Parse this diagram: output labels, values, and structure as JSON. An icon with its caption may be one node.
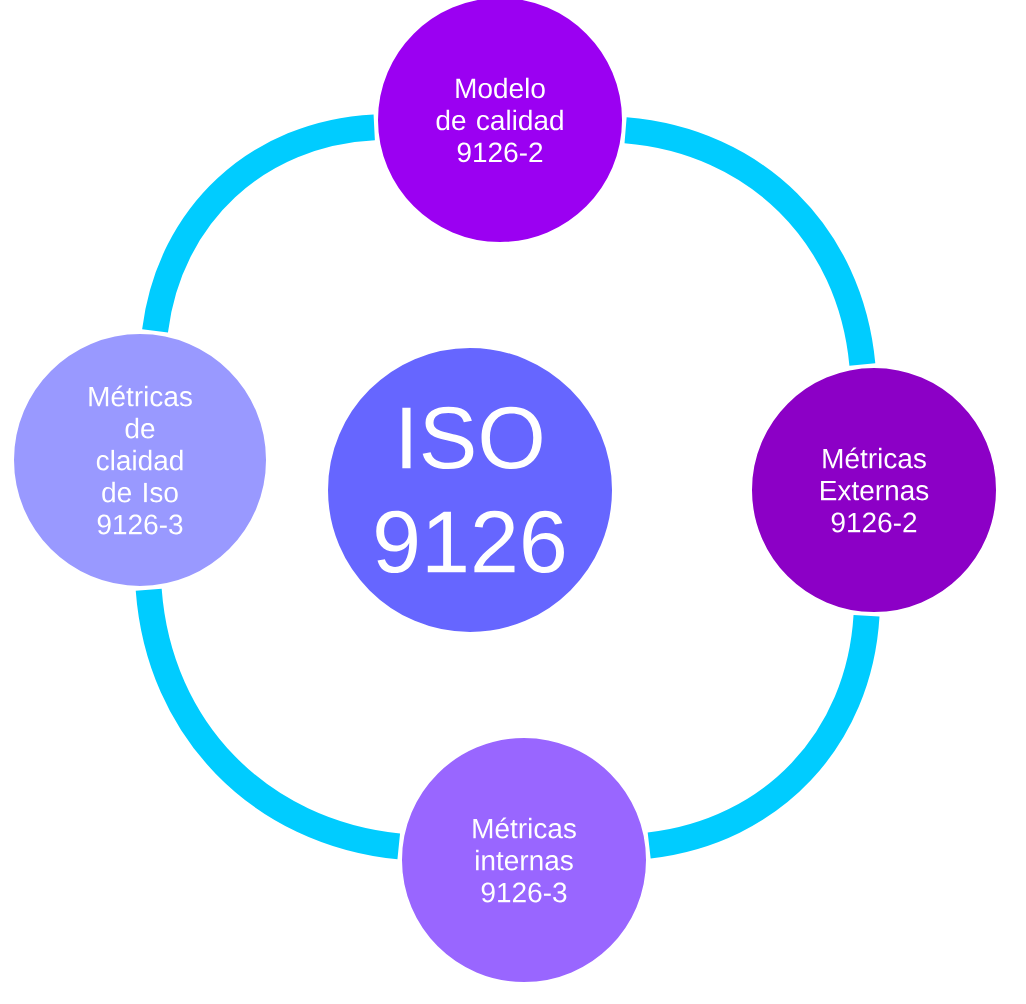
{
  "diagram": {
    "nodes": [
      {
        "text": [
          "Modelo de calidad 9126-2"
        ]
      },
      {
        "text": [
          "Métricas de claidad de Iso 9126-3"
        ]
      },
      {
        "text": [
          "ISO 9126"
        ]
      },
      {
        "text": [
          "Métricas Externas 9126-2"
        ]
      },
      {
        "text": [
          "Métricas internas 9126-3"
        ]
      }
    ],
    "edges": [
      {
        "from": 0,
        "to": 3,
        "arrow": "none"
      },
      {
        "from": 3,
        "to": 4,
        "arrow": "none"
      },
      {
        "from": 4,
        "to": 1,
        "arrow": "none"
      },
      {
        "from": 1,
        "to": 0,
        "arrow": "none"
      }
    ]
  }
}
